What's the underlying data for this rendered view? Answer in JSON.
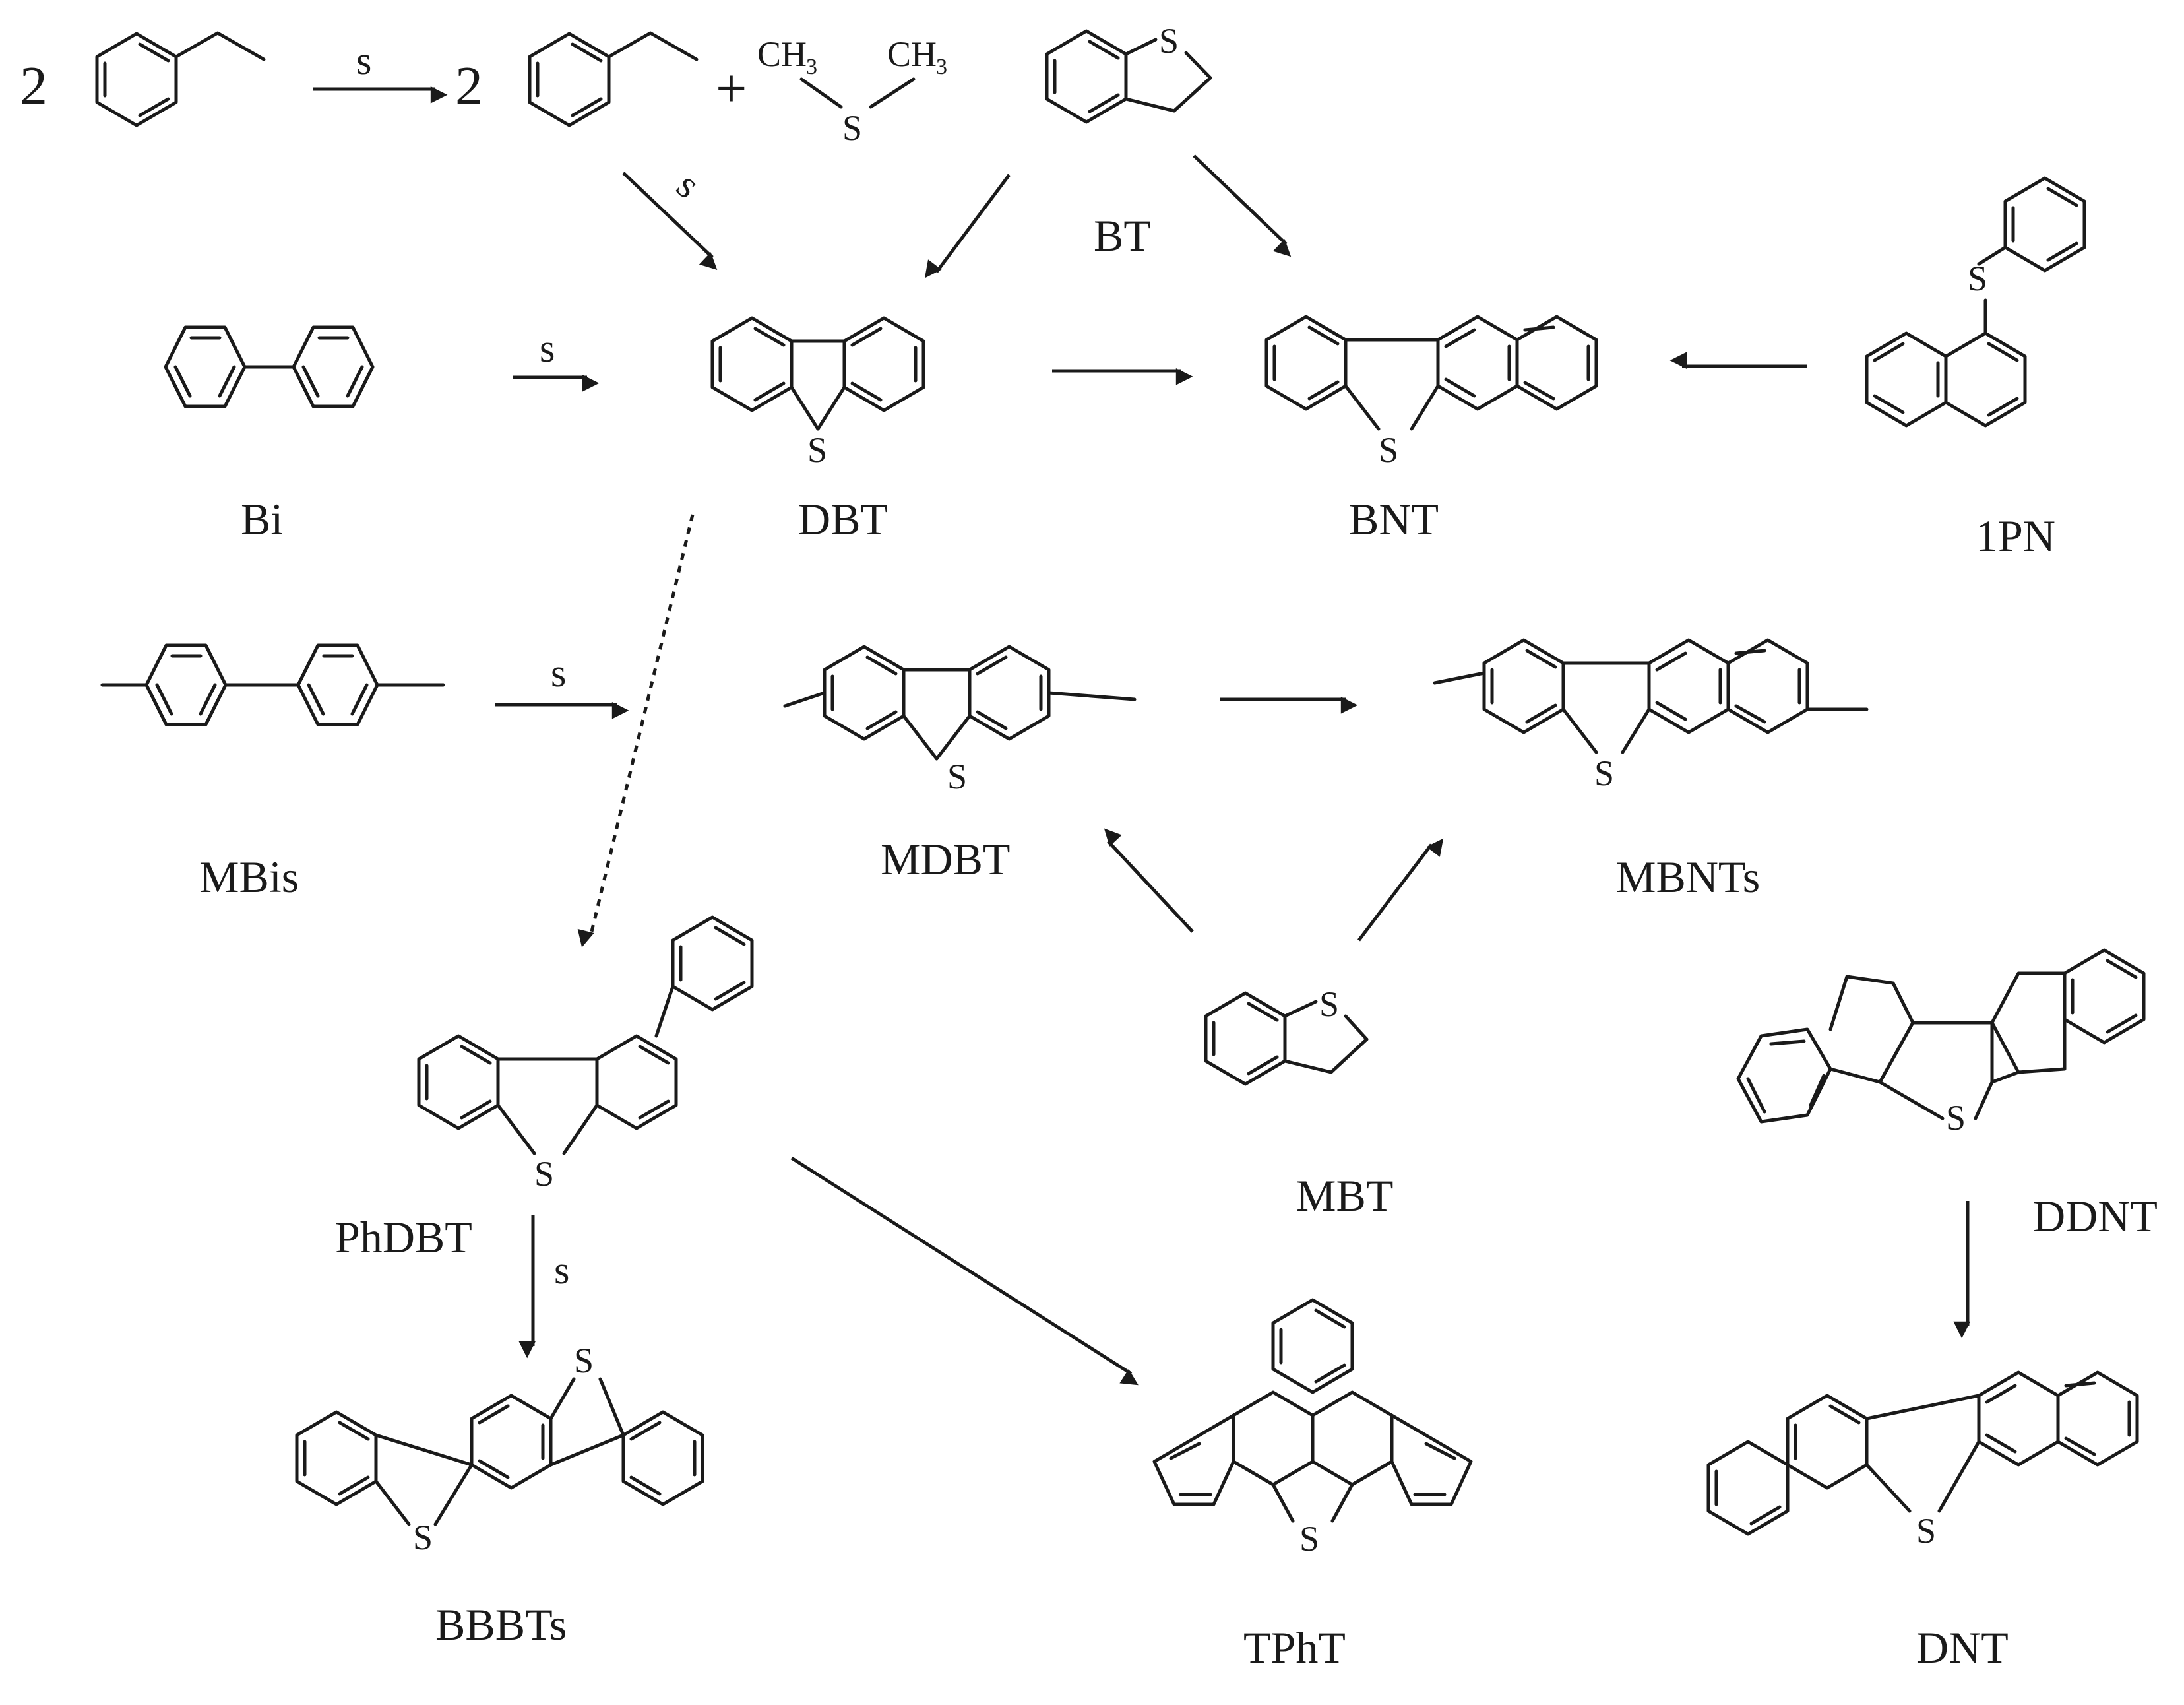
{
  "reaction_coefficient": "2",
  "methyl_label": "CH",
  "methyl_subscript": "3",
  "sulfur_atom": "S",
  "plus_sign": "+",
  "reagent_label": "s",
  "compounds": {
    "BT": "BT",
    "Bi": "Bi",
    "DBT": "DBT",
    "BNT": "BNT",
    "1PN": "1PN",
    "MBis": "MBis",
    "MDBT": "MDBT",
    "MBNTs": "MBNTs",
    "MBT": "MBT",
    "PhDBT": "PhDBT",
    "DDNT": "DDNT",
    "BBBTs": "BBBTs",
    "TPhT": "TPhT",
    "DNT": "DNT"
  }
}
